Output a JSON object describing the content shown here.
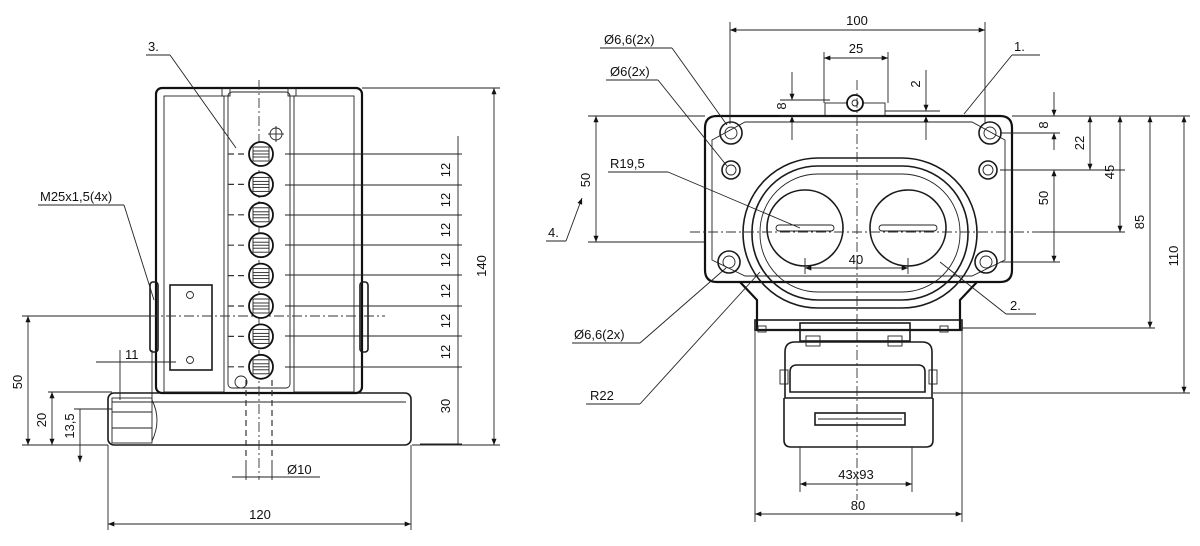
{
  "labels": {
    "d100": "100",
    "d25": "25",
    "d8_top": "8",
    "d2": "2",
    "d8_right": "8",
    "d22": "22",
    "d45": "45",
    "d50_right": "50",
    "d85": "85",
    "d110": "110",
    "d50_left": "50",
    "d40": "40",
    "d43x93": "43x93",
    "d80": "80",
    "d140": "140",
    "d12": "12",
    "d30": "30",
    "d50_side": "50",
    "d20": "20",
    "d13_5": "13,5",
    "d11": "11",
    "d10": "Ø10",
    "d120": "120",
    "hole66_top": "Ø6,6(2x)",
    "hole6": "Ø6(2x)",
    "hole66_bottom": "Ø6,6(2x)",
    "r19_5": "R19,5",
    "r22": "R22",
    "thread": "M25x1,5(4x)",
    "callout1": "1.",
    "callout2": "2.",
    "callout3": "3.",
    "callout4": "4."
  },
  "contacts_count": 8
}
